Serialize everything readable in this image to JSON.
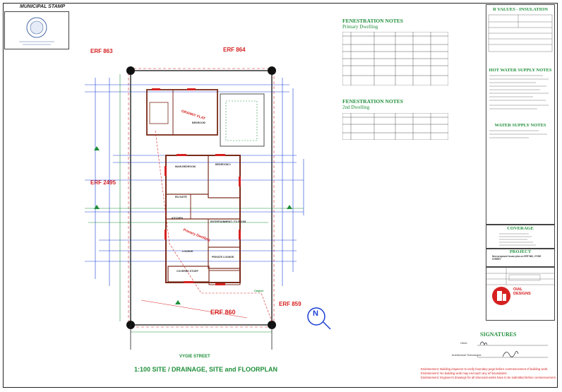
{
  "stamp": {
    "title": "MUNICIPAL STAMP"
  },
  "erf_labels": {
    "erf863": "ERF 863",
    "erf864": "ERF 864",
    "erf2495": "ERF 2495",
    "erf860": "ERF 860",
    "erf859": "ERF 859"
  },
  "fenestration_primary": {
    "title_line1": "FENESTRATION NOTES",
    "title_line2": "Primary Dwelling"
  },
  "fenestration_second": {
    "title_line1": "FENESTRATION NOTES",
    "title_line2": "2nd Dwelling"
  },
  "rvalues": {
    "title": "R VALUES - INSULATION"
  },
  "hot_water": {
    "title": "HOT WATER SUPPLY NOTES"
  },
  "water_supply": {
    "title": "WATER SUPPLY NOTES"
  },
  "coverage": {
    "title": "COVERAGE"
  },
  "project": {
    "title": "PROJECT",
    "description": "New proposed house plan on ERF 860, VYGIE STREET"
  },
  "company": {
    "name_line1": "OIAL",
    "name_line2": "DESIGNS"
  },
  "signatures": {
    "title": "SIGNATURES",
    "client": "Client:",
    "technologist": "Architectural Technologist:"
  },
  "drawing": {
    "title": "1:100 SITE / DRAINAGE, SITE and FLOORPLAN",
    "street": "VYGIE STREET",
    "north": "N"
  },
  "floorplan_labels": {
    "granny_flat": "GRANNY FLAT",
    "bedroom": "BEDROOM",
    "main_bedroom": "MAIN BEDROOM",
    "bedroom2": "BEDROOM 2",
    "ensuite": "EN-SUITE",
    "entertainment": "ENTERTAINMENT / TV ROOM",
    "lounge": "LOUNGE",
    "private_lounge": "PRIVATE LOUNGE",
    "covered_stoep": "COVERED STOEP",
    "kitchen": "KITCHEN",
    "primary_dwelling": "Primary Dwelling",
    "carport": "Carport"
  },
  "notes_endorsement": [
    "Endorsement: Building inspector to verify boundary pegs before commencement of building work.",
    "Endorsement: No building work may encroach any erf boundaries.",
    "Endorsement: Engineer's drawings for all structural works have to be submitted before commencement."
  ],
  "colors": {
    "accent_green": "#1f8f3a",
    "erf_red": "#d62020",
    "plan_blue": "#1a3fd6",
    "wall_brown": "#7a2a1a"
  }
}
